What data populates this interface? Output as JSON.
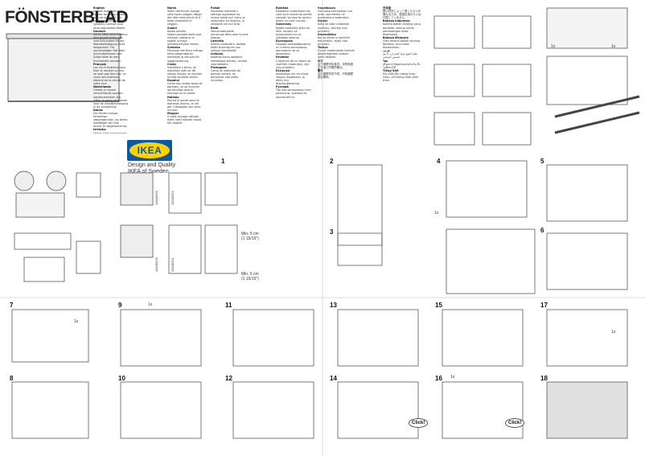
{
  "document": {
    "title": "FÖNSTERBLAD",
    "logo_text": "IKEA",
    "tagline_line1": "Design and Quality",
    "tagline_line2": "IKEA of Sweden"
  },
  "languages": {
    "col1": [
      {
        "lang": "English",
        "text": "As wall materials vary, screws for fixing to wall are not included. For advice on suitable screw systems, contact your local specialised dealer."
      },
      {
        "lang": "Deutsch",
        "text": "Da es viele verschiedene Wandmaterialien gibt, sind Schrauben für die Wandbefestigung nicht beigepackt. Für sachkundigen Rat über Schraubentypen und Dübel bitte an den Fachhandel wenden."
      },
      {
        "lang": "Français",
        "text": "Les vis et fixations pour fixer le meuble au mur ne sont pas fournies. Le choix des fixations dépend de la nature de votre mur."
      },
      {
        "lang": "Nederlands",
        "text": "Omdat er zoveel verschillende soorten wandmaterialen zijn, zitten er geen schroeven voor de wandbevestiging in de verpakking."
      },
      {
        "lang": "Dansk",
        "text": "Der findes mange forskellige vægmaterialer, og derfor medfølger der ikke skruer til vægmontering."
      },
      {
        "lang": "Íslenska",
        "text": "Veggir hafa mismunandi eiginleika og þess vegna eru skrúfur til að festa við vegg ekki innifaldar."
      }
    ],
    "col2": [
      {
        "lang": "Norsk",
        "text": "Siden det finnes mange ulike typer vegger, følger det ikke med skruer til å feste produktet til veggen."
      },
      {
        "lang": "Suomi",
        "text": "Koska seinien rakennusmateriaalit ovat erilaisia, pakkaus ei sisällä ruuveja seinäkiinnitystä varten."
      },
      {
        "lang": "Svenska",
        "text": "Eftersom det finns många olika väggmaterial, medföljer ej skruvar för väggmontering."
      },
      {
        "lang": "Česky",
        "text": "Vzhledem k tomu, že materiály stěn se liší, nejsou šrouby na montáž na zeď součástí balení."
      },
      {
        "lang": "Español",
        "text": "Como hay tantos tipos de paredes, no se incluyen los tornillos para el montaje en la pared."
      },
      {
        "lang": "Italiano",
        "text": "Poiché le pareti sono di materiali diversi, le viti per il fissaggio non sono incluse."
      },
      {
        "lang": "Magyar",
        "text": "A falak anyaga változó, ezért nem tartozik hozzá fali rögzítő."
      }
    ],
    "col3": [
      {
        "lang": "Polski",
        "text": "Ponieważ materiał z którego wykonane są ściany może być różny w zależności od miejsca, w zestawie nie ma śrub."
      },
      {
        "lang": "Eesti",
        "text": "Seinamaterjalide erinevuse tõttu pole kruvid kaasas."
      },
      {
        "lang": "Latviešu",
        "text": "Sienas materiāli ir dažādi, tādēļ stiprinājumi nav iekļauti komplektā."
      },
      {
        "lang": "Lietuvių",
        "text": "Kadangi sienų apdailos medžiagos skiriasi, varžtai nepridedami."
      },
      {
        "lang": "Portugues",
        "text": "Como os materiais de parede variam, os parafusos não estão incluídos."
      }
    ],
    "col4": [
      {
        "lang": "Română",
        "text": "Deoarece materialele din care sunt construiţi pereţii variază, şuruburile pentru fixare nu sunt incluse."
      },
      {
        "lang": "Slovensky",
        "text": "Keďže materiály stien sa líšia, skrutky na pripevnenie nie sú súčasťou balenia."
      },
      {
        "lang": "Български",
        "text": "Поради разнообразието от стенни материали, винтовете не са включени."
      },
      {
        "lang": "Hrvatski",
        "text": "S obzirom da su zidovi od različitih materijala, vijci nisu priloženi."
      },
      {
        "lang": "Ελληνικά",
        "text": "Δεδομένου ότι τα υλικά τοίχων διαφέρουν, οι βίδες δεν περιλαμβάνονται."
      },
      {
        "lang": "Русский",
        "text": "Так как материалы стен различны, крепёж не прилагается."
      }
    ],
    "col5": [
      {
        "lang": "Українська",
        "text": "Оскільки матеріали стін різні, кріплення не включено в комплект."
      },
      {
        "lang": "Srpski",
        "text": "Kako se zidni materijali razlikuju, zavrtnji nisu priloženi."
      },
      {
        "lang": "Slovenščina",
        "text": "Ker so stene iz različnih materialov, vijaki niso priloženi."
      },
      {
        "lang": "Türkçe",
        "text": "Duvar malzemeleri farklılık gösterdiğinden vidalar dahil değildir."
      },
      {
        "lang": "中文",
        "text": "由于墙壁材料各异，未附带固定在墙上所需的螺丝。"
      },
      {
        "lang": "繁中",
        "text": "由於牆壁材質不同，不附牆壁固定螺絲。"
      }
    ],
    "col6": [
      {
        "lang": "日本語",
        "text": "壁の材質によって適したネジが異なるため、壁固定用のネジは付属していません。"
      },
      {
        "lang": "Bahasa Indonesia",
        "text": "Karena bahan dinding yang berbeda, sekrup untuk pemasangan tidak disertakan."
      },
      {
        "lang": "Bahasa Malaysia",
        "text": "Oleh kerana bahan dinding berbeza, skru tidak dimasukkan."
      },
      {
        "lang": "عربي",
        "text": "نظراً لتنوع مواد الجدران، لا يتم تضمين البراغي."
      },
      {
        "lang": "ไทย",
        "text": "เนื่องจากวัสดุผนังแตกต่างกัน จึงไม่มีสกรูให้"
      },
      {
        "lang": "Tiếng Việt",
        "text": "Do chất liệu tường khác nhau, vít không được kèm theo."
      }
    ]
  },
  "steps": [
    "1",
    "2",
    "3",
    "4",
    "5",
    "6",
    "7",
    "8",
    "9",
    "10",
    "11",
    "12",
    "13",
    "14",
    "15",
    "16",
    "17",
    "18"
  ],
  "labels": {
    "qty_1x": "1x",
    "click": "Click!",
    "min_5cm": "Min. 5 cm",
    "min_5cm_in": "(1 15/16\")",
    "part_a": "10049332",
    "part_b": "10049322",
    "part_c": "10049326",
    "part_d": "10049321"
  },
  "colors": {
    "line": "#333333",
    "fill_light": "#e8e8e8",
    "ikea_blue": "#0a58a6",
    "ikea_yellow": "#ffd100"
  }
}
